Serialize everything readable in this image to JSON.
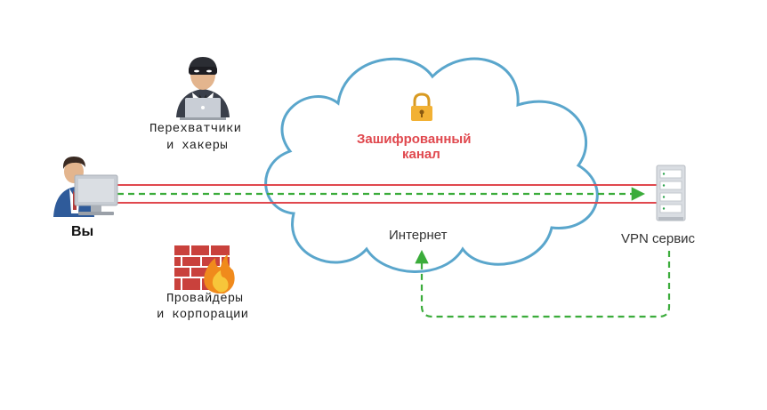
{
  "labels": {
    "you": "Вы",
    "hackers_line1": "Перехватчики",
    "hackers_line2": "и хакеры",
    "encrypted_line1": "Зашифрованный",
    "encrypted_line2": "канал",
    "internet": "Интернет",
    "vpn": "VPN сервис",
    "providers_line1": "Провайдеры",
    "providers_line2": "и корпорации"
  },
  "icons": {
    "user": "user-at-computer-icon",
    "hacker": "hacker-with-laptop-icon",
    "firewall": "brick-wall-fire-icon",
    "lock": "padlock-icon",
    "server": "server-rack-icon",
    "cloud": "internet-cloud"
  },
  "colors": {
    "tunnel_line": "#e0484e",
    "path_dashed": "#3bac3b",
    "cloud_outline": "#5aa6cc",
    "encrypted_text": "#e0484e",
    "lock": "#f2b134"
  }
}
